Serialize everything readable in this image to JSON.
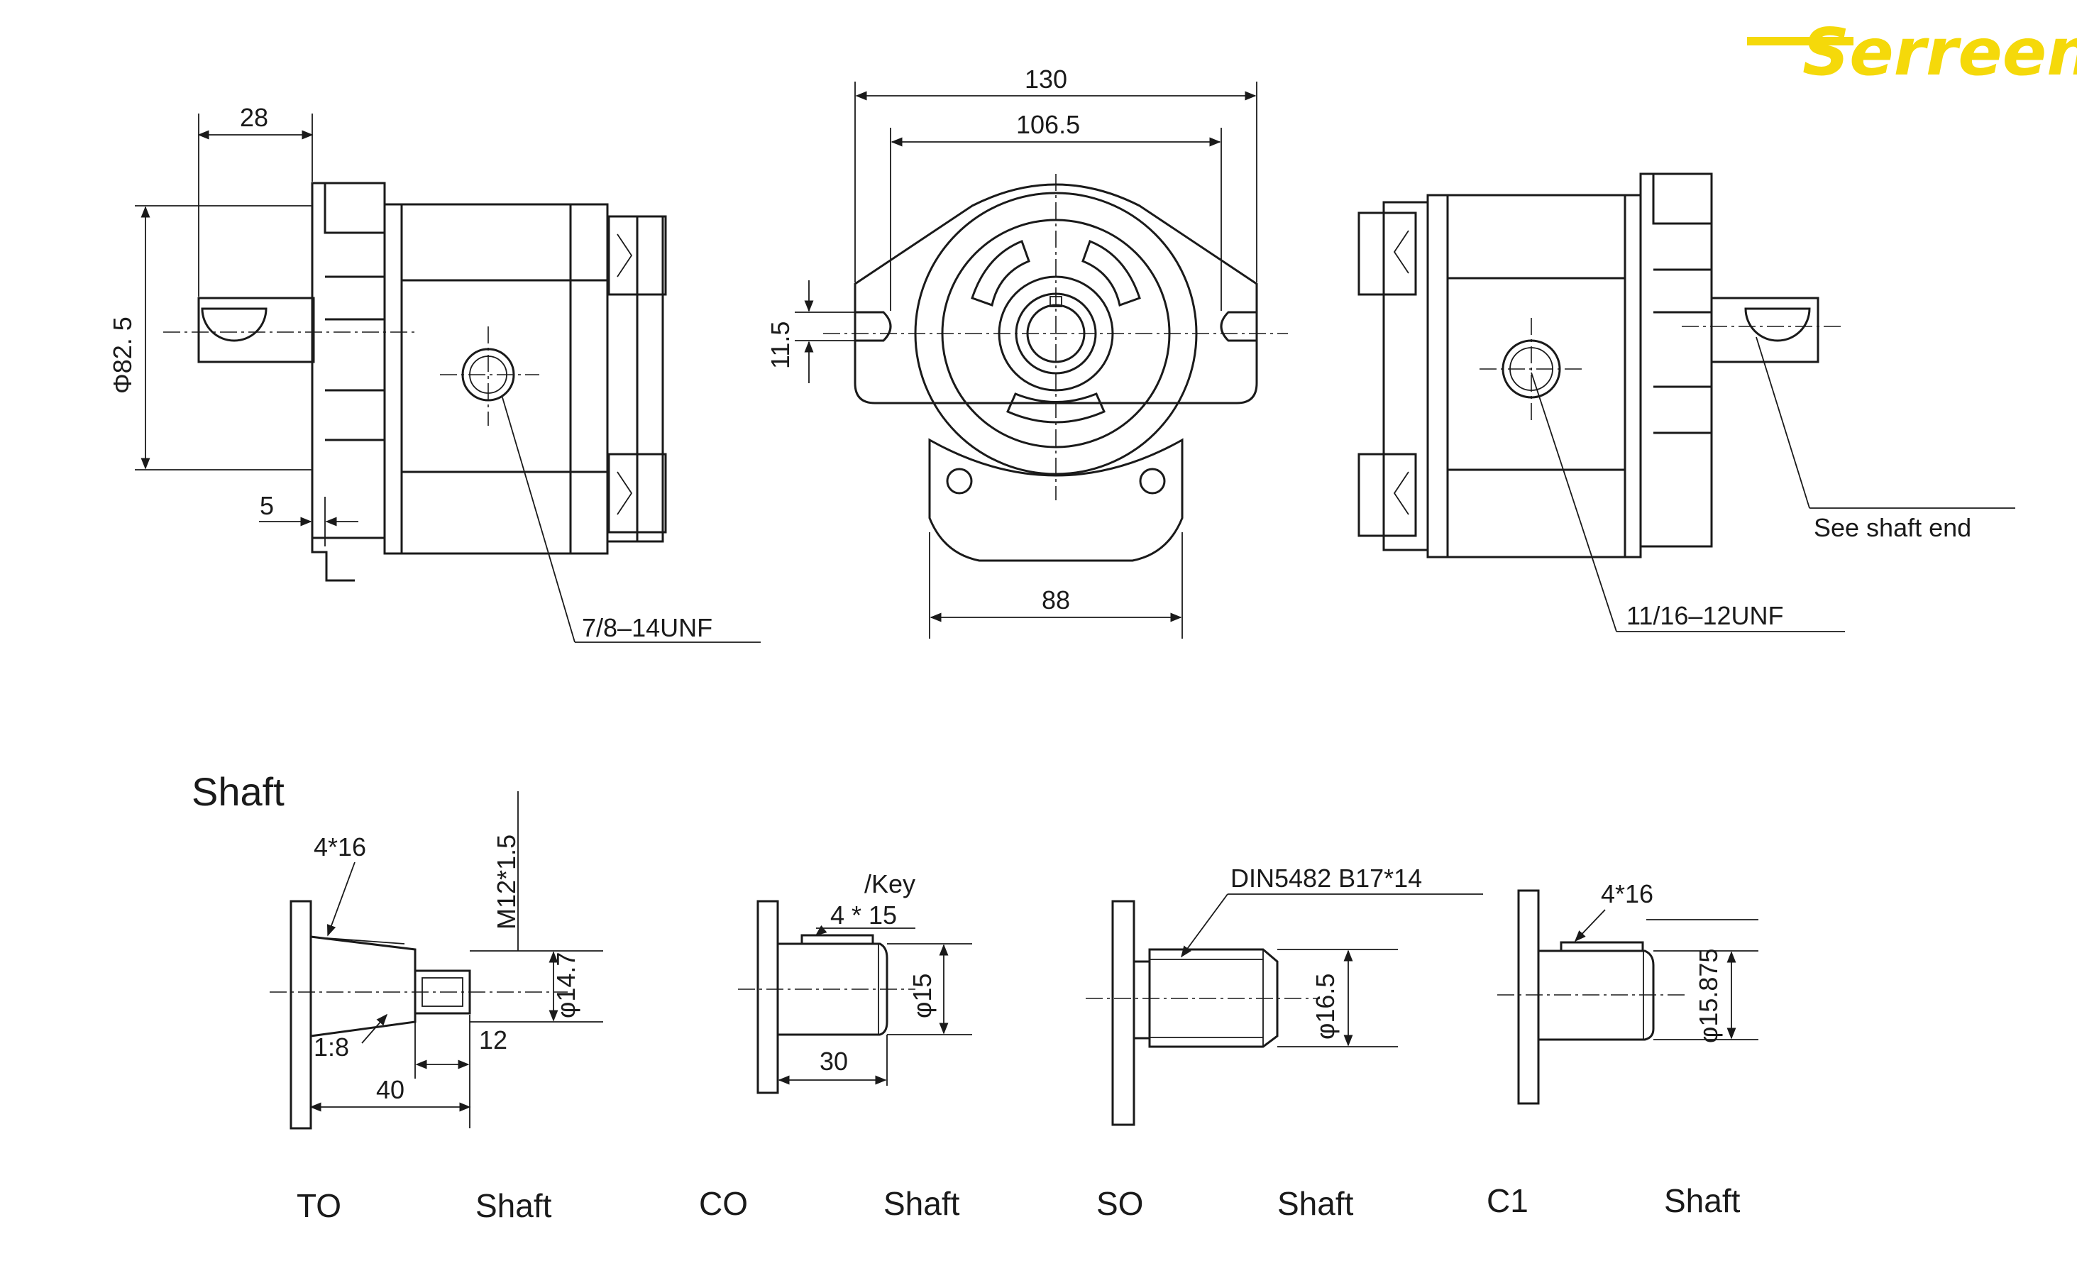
{
  "brand": {
    "name": "Serreen",
    "color": "#f5d90a"
  },
  "views": {
    "left": {
      "dim_top": "28",
      "dim_height": "Φ82. 5",
      "dim_small": "5",
      "port": "7/8–14UNF"
    },
    "front": {
      "dim_outer": "130",
      "dim_inner": "106.5",
      "dim_slot": "11.5",
      "dim_bottom": "88"
    },
    "right": {
      "port": "11/16–12UNF",
      "note": "See shaft end"
    }
  },
  "shaft_section": {
    "title": "Shaft",
    "to": {
      "key": "4*16",
      "thread": "M12*1.5",
      "dia": "φ14.7",
      "taper": "1:8",
      "len_a": "12",
      "len_b": "40",
      "name": "TO",
      "suffix": "Shaft"
    },
    "co": {
      "key_note": "/Key",
      "key": "4 * 15",
      "dia": "φ15",
      "len": "30",
      "name": "CO",
      "suffix": "Shaft"
    },
    "so": {
      "spline": "DIN5482  B17*14",
      "dia": "φ16.5",
      "name": "SO",
      "suffix": "Shaft"
    },
    "c1": {
      "key": "4*16",
      "dia": "φ15.875",
      "name": "C1",
      "suffix": "Shaft"
    }
  }
}
